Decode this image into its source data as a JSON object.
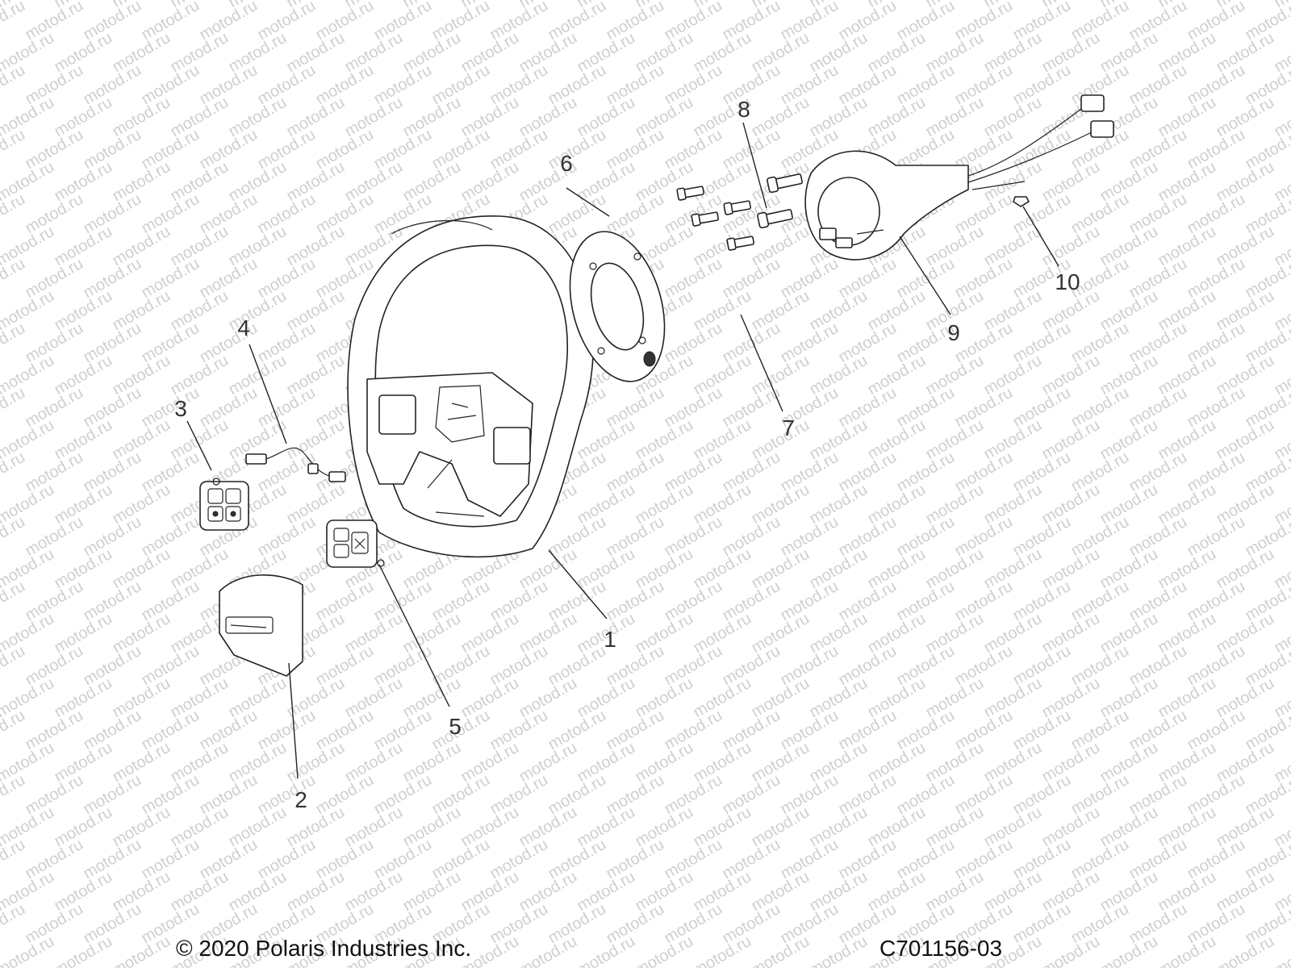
{
  "callouts": [
    {
      "number": "1",
      "part": "steering-wheel"
    },
    {
      "number": "2",
      "part": "center-cover"
    },
    {
      "number": "3",
      "part": "left-switch"
    },
    {
      "number": "4",
      "part": "wire-harness"
    },
    {
      "number": "5",
      "part": "right-switch"
    },
    {
      "number": "6",
      "part": "spacer-plate"
    },
    {
      "number": "7",
      "part": "screws"
    },
    {
      "number": "8",
      "part": "bolts"
    },
    {
      "number": "9",
      "part": "column-shroud"
    },
    {
      "number": "10",
      "part": "clip"
    }
  ],
  "watermark": "motod.ru",
  "footer": {
    "copyright": "© 2020 Polaris Industries Inc.",
    "drawing_number": "C701156-03"
  }
}
